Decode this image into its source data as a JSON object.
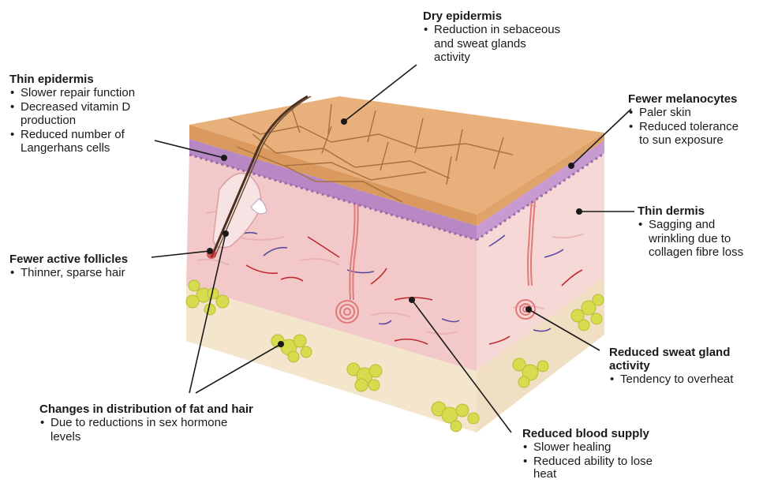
{
  "callouts": {
    "dry_epidermis": {
      "title": "Dry epidermis",
      "points": [
        "Reduction in sebaceous",
        "and sweat glands",
        "activity"
      ]
    },
    "thin_epidermis": {
      "title": "Thin epidermis",
      "points": [
        "Slower repair function",
        "Decreased vitamin D",
        "production",
        "Reduced number of",
        "Langerhans cells"
      ]
    },
    "fewer_melanocytes": {
      "title": "Fewer melanocytes",
      "points": [
        "Paler skin",
        "Reduced tolerance",
        "to sun exposure"
      ]
    },
    "thin_dermis": {
      "title": "Thin dermis",
      "points": [
        "Sagging and",
        "wrinkling due to",
        "collagen fibre loss"
      ]
    },
    "fewer_active_follicles": {
      "title": "Fewer active follicles",
      "points": [
        "Thinner, sparse hair"
      ]
    },
    "reduced_sweat_gland": {
      "title": "Reduced sweat gland",
      "title_line2": "activity",
      "points": [
        "Tendency to overheat"
      ]
    },
    "changes_distribution": {
      "title": "Changes in distribution of fat and hair",
      "points": [
        "Due to reductions in sex hormone",
        "levels"
      ]
    },
    "reduced_blood_supply": {
      "title": "Reduced blood supply",
      "points": [
        "Slower healing",
        "Reduced ability to lose",
        "heat"
      ]
    }
  },
  "colors": {
    "epidermis_top": "#e8b07a",
    "epidermis_crack": "#a8703e",
    "basal_layer": "#b888c4",
    "dermis_front": "#f2c9c8",
    "dermis_side": "#f6d8d6",
    "fat_layer": "#f3e6cd",
    "fat_cells": "#d7dc4e",
    "vessel_red": "#c0272d",
    "vessel_blue": "#5a4aa0",
    "leader_line": "#1a1a1a",
    "hair": "#4a3020"
  }
}
